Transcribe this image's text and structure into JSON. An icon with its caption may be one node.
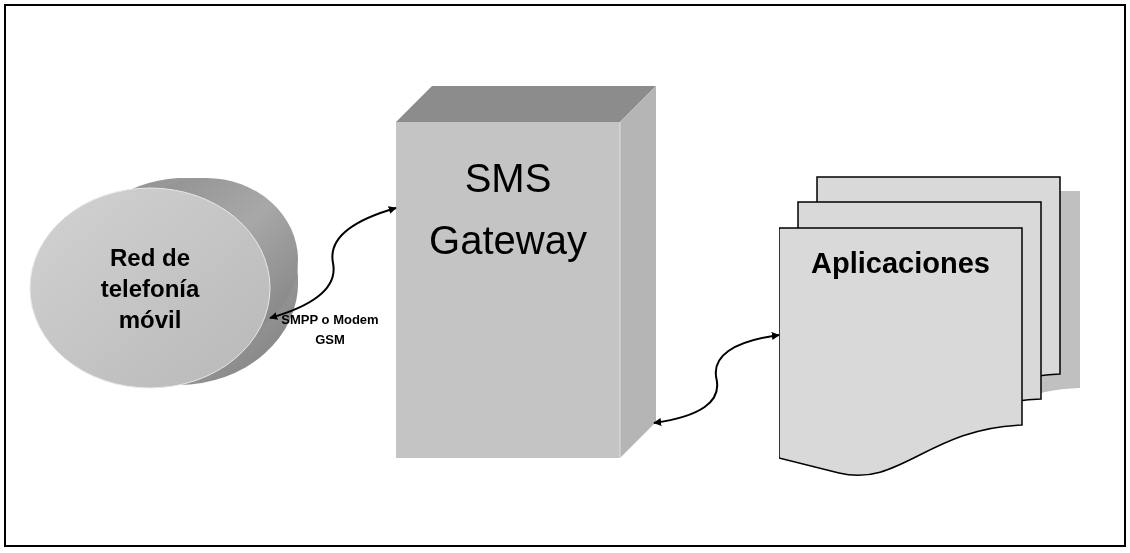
{
  "diagram": {
    "nodes": [
      {
        "text": [
          "Red de telefonía móvil"
        ]
      },
      {
        "text": [
          "SMS Gateway"
        ]
      },
      {
        "text": [
          "Aplicaciones"
        ]
      }
    ],
    "edges": [
      {
        "from": 0,
        "to": 1,
        "arrow": "both"
      },
      {
        "from": 1,
        "to": 2,
        "arrow": "both"
      }
    ],
    "labels": [
      "SMPP o Modem GSM"
    ]
  }
}
